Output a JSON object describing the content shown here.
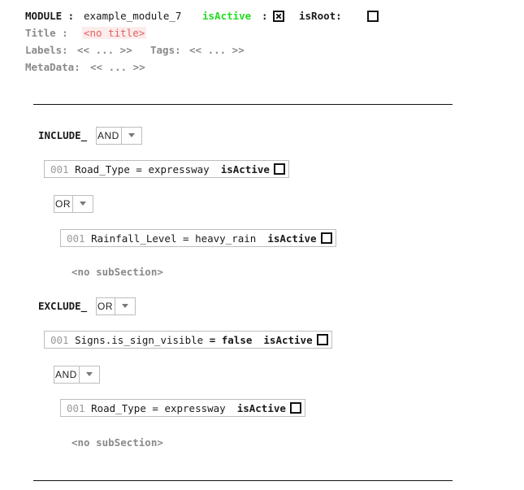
{
  "module": {
    "label": "MODULE :",
    "name": "example_module_7",
    "is_active_label": "isActive",
    "is_active_sep": ":",
    "is_active": true,
    "is_root_label": "isRoot:",
    "is_root": false
  },
  "title": {
    "label": "Title :",
    "value": "<no title>"
  },
  "labels": {
    "label": "Labels:",
    "value": "<< ... >>"
  },
  "tags": {
    "label": "Tags:",
    "value": "<< ... >>"
  },
  "metadata": {
    "label": "MetaData:",
    "value": "<< ... >>"
  },
  "include": {
    "label": "INCLUDE_",
    "operator": "AND",
    "rule": {
      "number": "001",
      "field": "Road_Type",
      "op": "=",
      "value": "expressway",
      "active_label": "isActive",
      "active": false
    },
    "sub": {
      "operator": "OR",
      "rule": {
        "number": "001",
        "field": "Rainfall_Level",
        "op": "=",
        "value": "heavy_rain",
        "active_label": "isActive",
        "active": false
      },
      "no_subsection": "<no subSection>"
    }
  },
  "exclude": {
    "label": "EXCLUDE_",
    "operator": "OR",
    "rule": {
      "number": "001",
      "field": "Signs.is_sign_visible",
      "op": "=",
      "value": "false",
      "active_label": "isActive",
      "active": false
    },
    "sub": {
      "operator": "AND",
      "rule": {
        "number": "001",
        "field": "Road_Type",
        "op": "=",
        "value": "expressway",
        "active_label": "isActive",
        "active": false
      },
      "no_subsection": "<no subSection>"
    }
  }
}
